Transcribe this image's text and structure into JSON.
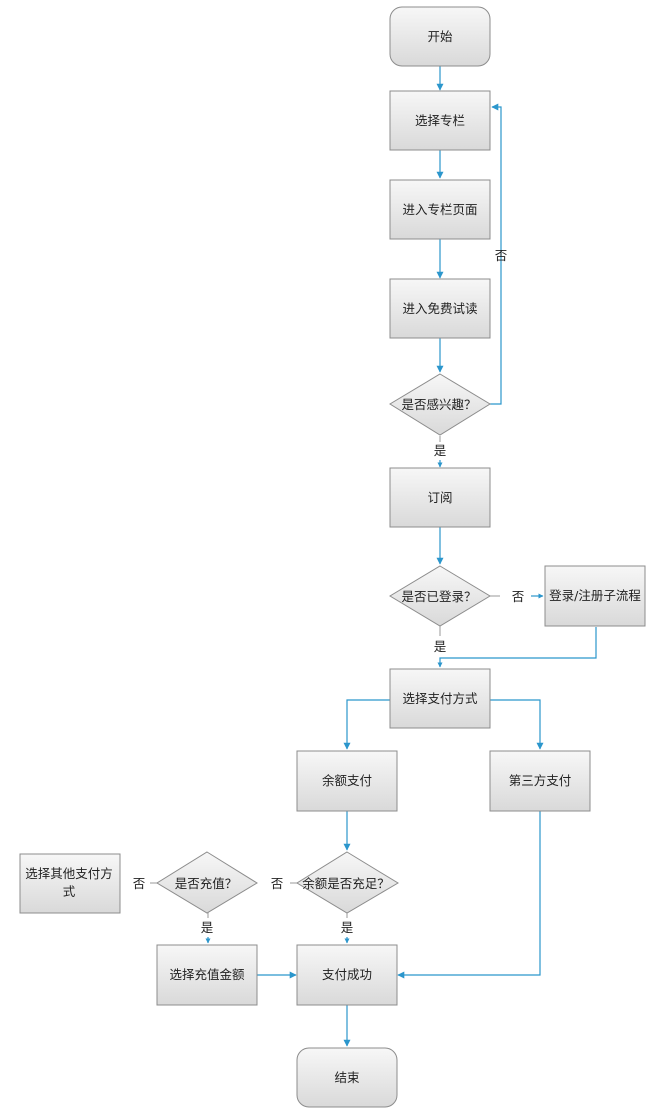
{
  "nodes": {
    "start": "开始",
    "choose_column": "选择专栏",
    "enter_column_page": "进入专栏页面",
    "free_trial": "进入免费试读",
    "interested": "是否感兴趣？",
    "subscribe": "订阅",
    "logged_in": "是否已登录？",
    "login_register": "登录/注册子流程",
    "choose_payment": "选择支付方式",
    "balance_pay": "余额支付",
    "third_party_pay": "第三方支付",
    "balance_enough": "余额是否充足？",
    "recharge": "是否充值？",
    "other_payment_line1": "选择其他支付方",
    "other_payment_line2": "式",
    "choose_recharge_amount": "选择充值金额",
    "pay_success": "支付成功",
    "end": "结束"
  },
  "edges": {
    "interested_no": "否",
    "interested_yes": "是",
    "logged_in_no": "否",
    "logged_in_yes": "是",
    "balance_enough_no": "否",
    "balance_enough_yes": "是",
    "recharge_no": "否",
    "recharge_yes": "是"
  },
  "colors": {
    "connector": "#2b96cc",
    "box_border": "#8c8c8c",
    "box_fill_top": "#f7f7f7",
    "box_fill_bottom": "#d9d9d9"
  }
}
